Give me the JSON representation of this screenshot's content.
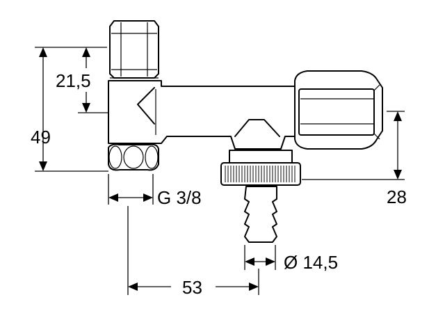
{
  "dimensions": {
    "height_total": "49",
    "height_top": "21,5",
    "thread": "G 3/8",
    "outlet_height": "28",
    "hose_diameter": "Ø 14,5",
    "spacing": "53"
  },
  "colors": {
    "line": "#000000",
    "background": "#ffffff"
  }
}
